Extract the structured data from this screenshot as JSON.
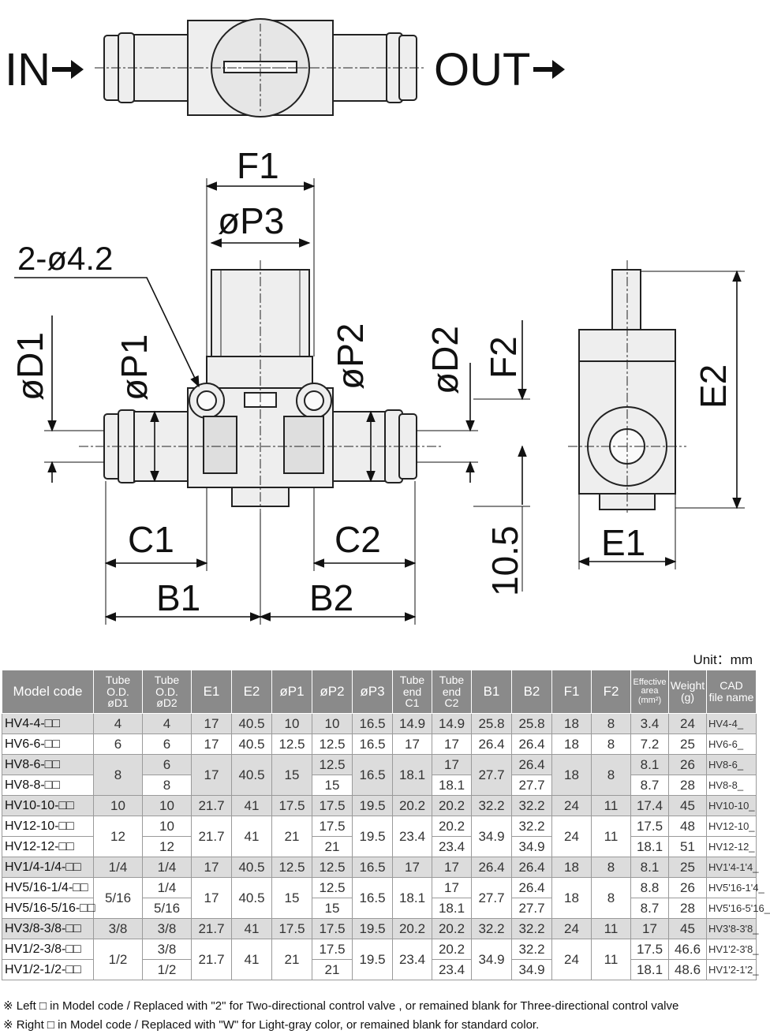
{
  "drawing": {
    "port_in": "IN",
    "port_out": "OUT",
    "dims": {
      "f1": "F1",
      "p3": "øP3",
      "hole": "2-ø4.2",
      "d1": "øD1",
      "p1": "øP1",
      "p2": "øP2",
      "d2": "øD2",
      "f2": "F2",
      "e2": "E2",
      "c1": "C1",
      "c2": "C2",
      "b1": "B1",
      "b2": "B2",
      "h": "10.5",
      "e1": "E1"
    }
  },
  "unit": "Unit：mm",
  "table": {
    "headers": {
      "model": "Model code",
      "d1a": "Tube O.D.",
      "d1b": "øD1",
      "d2a": "Tube O.D.",
      "d2b": "øD2",
      "e1": "E1",
      "e2": "E2",
      "p1": "øP1",
      "p2": "øP2",
      "p3": "øP3",
      "c1a": "Tube end",
      "c1b": "C1",
      "c2a": "Tube end",
      "c2b": "C2",
      "b1": "B1",
      "b2": "B2",
      "f1": "F1",
      "f2": "F2",
      "effa": "Effective area",
      "effb": "(mm²)",
      "wa": "Weight",
      "wb": "(g)",
      "cada": "CAD",
      "cadb": "file name"
    },
    "rows": [
      {
        "model": "HV4-4-□□",
        "d1": "4",
        "d2": "4",
        "e1": "17",
        "e2": "40.5",
        "p1": "10",
        "p2": "10",
        "p3": "16.5",
        "c1": "14.9",
        "c2": "14.9",
        "b1": "25.8",
        "b2": "25.8",
        "f1": "18",
        "f2": "8",
        "eff": "3.4",
        "w": "24",
        "cad": "HV4-4_"
      },
      {
        "model": "HV6-6-□□",
        "d1": "6",
        "d2": "6",
        "e1": "17",
        "e2": "40.5",
        "p1": "12.5",
        "p2": "12.5",
        "p3": "16.5",
        "c1": "17",
        "c2": "17",
        "b1": "26.4",
        "b2": "26.4",
        "f1": "18",
        "f2": "8",
        "eff": "7.2",
        "w": "25",
        "cad": "HV6-6_"
      },
      {
        "model": "HV8-6-□□",
        "d1": "8",
        "d2": "6",
        "e1": "17",
        "e2": "40.5",
        "p1": "15",
        "p2": "12.5",
        "p3": "16.5",
        "c1": "18.1",
        "c2": "17",
        "b1": "27.7",
        "b2": "26.4",
        "f1": "18",
        "f2": "8",
        "eff": "8.1",
        "w": "26",
        "cad": "HV8-6_"
      },
      {
        "model": "HV8-8-□□",
        "d2": "8",
        "c2": "18.1",
        "b2": "27.7",
        "p2": "15",
        "eff": "8.7",
        "w": "28",
        "cad": "HV8-8_"
      },
      {
        "model": "HV10-10-□□",
        "d1": "10",
        "d2": "10",
        "e1": "21.7",
        "e2": "41",
        "p1": "17.5",
        "p2": "17.5",
        "p3": "19.5",
        "c1": "20.2",
        "c2": "20.2",
        "b1": "32.2",
        "b2": "32.2",
        "f1": "24",
        "f2": "11",
        "eff": "17.4",
        "w": "45",
        "cad": "HV10-10_"
      },
      {
        "model": "HV12-10-□□",
        "d1": "12",
        "d2": "10",
        "e1": "21.7",
        "e2": "41",
        "p1": "21",
        "p2": "17.5",
        "p3": "19.5",
        "c1": "23.4",
        "c2": "20.2",
        "b1": "34.9",
        "b2": "32.2",
        "f1": "24",
        "f2": "11",
        "eff": "17.5",
        "w": "48",
        "cad": "HV12-10_"
      },
      {
        "model": "HV12-12-□□",
        "d2": "12",
        "p2": "21",
        "c2": "23.4",
        "b2": "34.9",
        "eff": "18.1",
        "w": "51",
        "cad": "HV12-12_"
      },
      {
        "model": "HV1/4-1/4-□□",
        "d1": "1/4",
        "d2": "1/4",
        "e1": "17",
        "e2": "40.5",
        "p1": "12.5",
        "p2": "12.5",
        "p3": "16.5",
        "c1": "17",
        "c2": "17",
        "b1": "26.4",
        "b2": "26.4",
        "f1": "18",
        "f2": "8",
        "eff": "8.1",
        "w": "25",
        "cad": "HV1'4-1'4_"
      },
      {
        "model": "HV5/16-1/4-□□",
        "d1": "5/16",
        "d2": "1/4",
        "e1": "17",
        "e2": "40.5",
        "p1": "15",
        "p2": "12.5",
        "p3": "16.5",
        "c1": "18.1",
        "c2": "17",
        "b1": "27.7",
        "b2": "26.4",
        "f1": "18",
        "f2": "8",
        "eff": "8.8",
        "w": "26",
        "cad": "HV5'16-1'4_"
      },
      {
        "model": "HV5/16-5/16-□□",
        "d2": "5/16",
        "p2": "15",
        "c2": "18.1",
        "b2": "27.7",
        "eff": "8.7",
        "w": "28",
        "cad": "HV5'16-5'16_"
      },
      {
        "model": "HV3/8-3/8-□□",
        "d1": "3/8",
        "d2": "3/8",
        "e1": "21.7",
        "e2": "41",
        "p1": "17.5",
        "p2": "17.5",
        "p3": "19.5",
        "c1": "20.2",
        "c2": "20.2",
        "b1": "32.2",
        "b2": "32.2",
        "f1": "24",
        "f2": "11",
        "eff": "17",
        "w": "45",
        "cad": "HV3'8-3'8_"
      },
      {
        "model": "HV1/2-3/8-□□",
        "d1": "1/2",
        "d2": "3/8",
        "e1": "21.7",
        "e2": "41",
        "p1": "21",
        "p2": "17.5",
        "p3": "19.5",
        "c1": "23.4",
        "c2": "20.2",
        "b1": "34.9",
        "b2": "32.2",
        "f1": "24",
        "f2": "11",
        "eff": "17.5",
        "w": "46.6",
        "cad": "HV1'2-3'8_"
      },
      {
        "model": "HV1/2-1/2-□□",
        "d2": "1/2",
        "p2": "21",
        "c2": "23.4",
        "b2": "34.9",
        "eff": "18.1",
        "w": "48.6",
        "cad": "HV1'2-1'2_"
      }
    ]
  },
  "notes": [
    "※ Left □ in Model code / Replaced with \"2\" for Two-directional control valve , or remained blank for Three-directional control valve",
    "※ Right □ in Model code /  Replaced with \"W\" for Light-gray color, or remained blank for standard color."
  ]
}
